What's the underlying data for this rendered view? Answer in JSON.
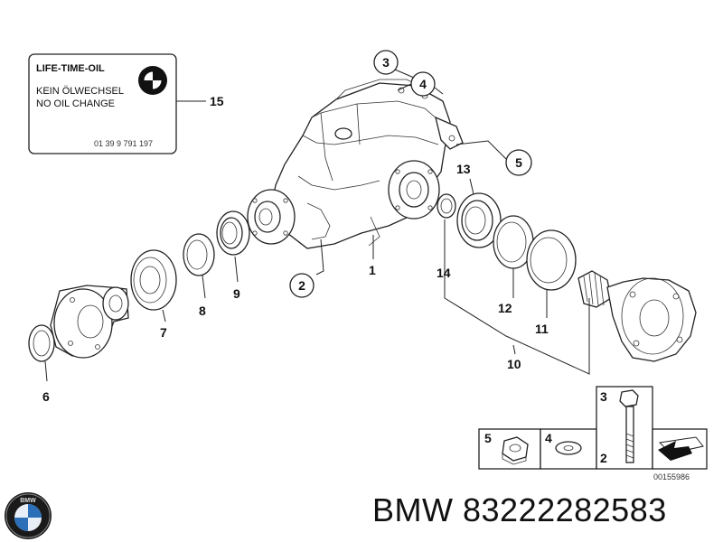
{
  "oil_label": {
    "title": "LIFE-TIME-OIL",
    "line1": "KEIN ÖLWECHSEL",
    "line2": "NO OIL CHANGE",
    "code": "01 39 9 791 197"
  },
  "callouts": {
    "c1": "1",
    "c2": "2",
    "c3": "3",
    "c4": "4",
    "c5": "5",
    "c6": "6",
    "c7": "7",
    "c8": "8",
    "c9": "9",
    "c10": "10",
    "c11": "11",
    "c12": "12",
    "c13": "13",
    "c14": "14",
    "c15": "15"
  },
  "hardware_key": {
    "k3": "3",
    "k2": "2",
    "k5": "5",
    "k4": "4",
    "diagram_number": "00155986"
  },
  "footer": {
    "brand": "BMW",
    "part_number": "83222282583",
    "logo_text": "BMW"
  },
  "colors": {
    "line": "#222222",
    "background": "#ffffff"
  }
}
